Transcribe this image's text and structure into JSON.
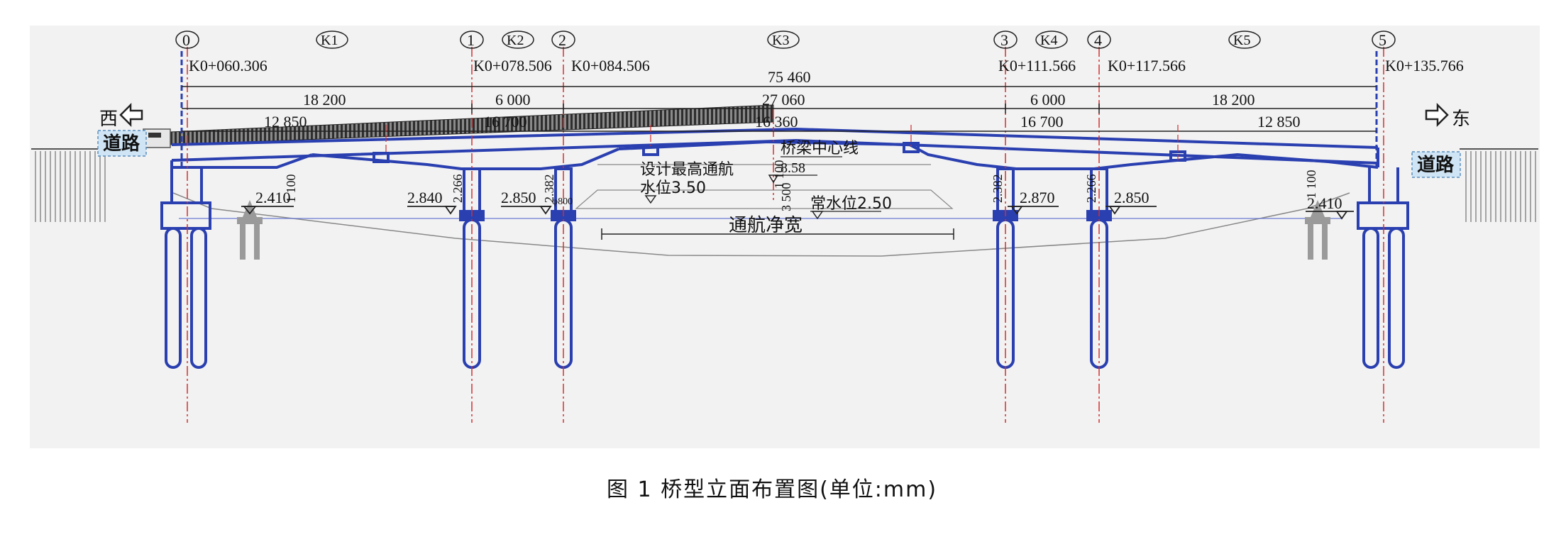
{
  "piers": [
    "0",
    "1",
    "2",
    "3",
    "4",
    "5"
  ],
  "spans": [
    "K1",
    "K2",
    "K3",
    "K4",
    "K5"
  ],
  "stations": [
    "K0+060.306",
    "K0+078.506",
    "K0+084.506",
    "K0+111.566",
    "K0+117.566",
    "K0+135.766"
  ],
  "total_length": "75 460",
  "span_dims": [
    "18 200",
    "6 000",
    "27 060",
    "6 000",
    "18 200"
  ],
  "sub_dims": [
    "12 850",
    "16 700",
    "16 360",
    "16 700",
    "12 850"
  ],
  "west": {
    "dir": "西",
    "road": "道路"
  },
  "east": {
    "dir": "东",
    "road": "道路"
  },
  "centerline": {
    "label": "桥梁中心线",
    "elevation": "8.58"
  },
  "beam_heights": {
    "ends": "1 100",
    "pier1": "2.266",
    "pier2": "2.382",
    "pier3": "2.382",
    "pier4": "2.266",
    "mid": "1 100"
  },
  "water_levels": {
    "design_label": "设计最高通航",
    "design_value": "水位3.50",
    "normal": "常水位2.50",
    "clear_height": "3 500",
    "pile_dia": "φ800"
  },
  "ground_levels": [
    "2.410",
    "2.840",
    "2.850",
    "2.870",
    "2.850",
    "2.410"
  ],
  "navigation_width": "通航净宽",
  "caption": "图 1  桥型立面布置图(单位:mm)",
  "colors": {
    "structure": "#2a3fb0",
    "centerline": "#d23030",
    "roadsign": "#cfe4f4",
    "railing": "#3c3c3c",
    "panel": "#f2f2f2"
  }
}
